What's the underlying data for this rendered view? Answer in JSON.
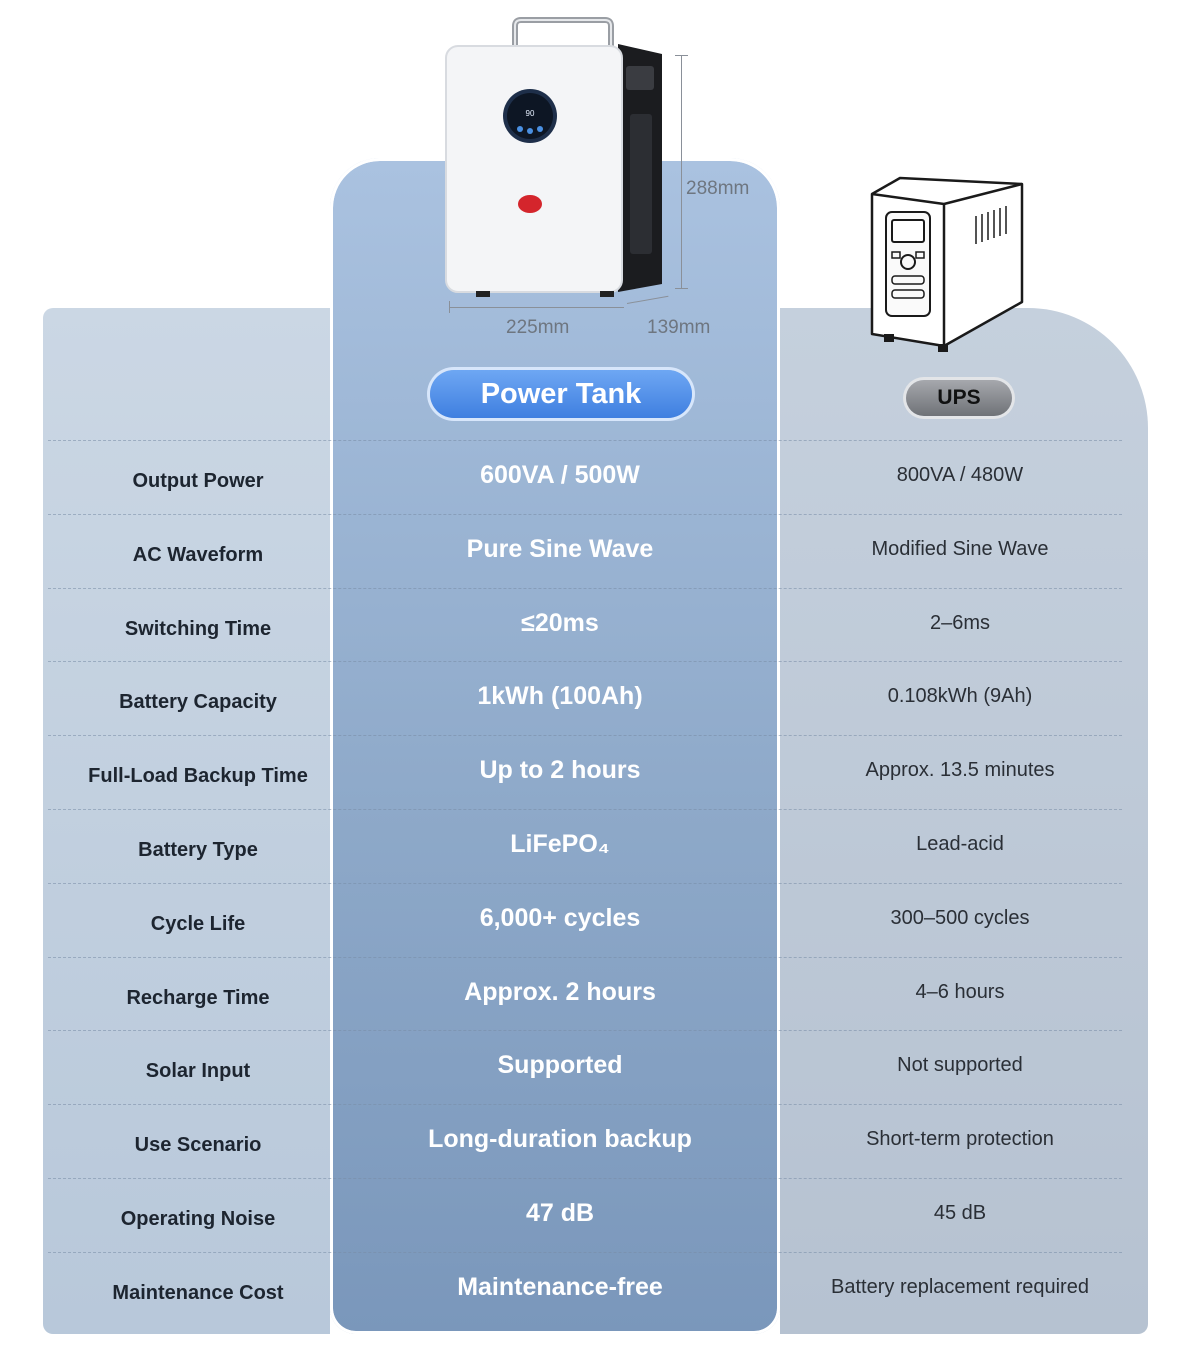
{
  "products": {
    "power_tank": {
      "name": "Power Tank",
      "dimensions": {
        "height": "288mm",
        "width": "225mm",
        "depth": "139mm"
      },
      "display_reading": "90",
      "accent": "#3f7fe0"
    },
    "ups": {
      "name": "UPS",
      "accent": "#6f7277"
    }
  },
  "rows": [
    {
      "label": "Output Power",
      "power_tank": "600VA / 500W",
      "ups": "800VA / 480W"
    },
    {
      "label": "AC Waveform",
      "power_tank": "Pure Sine Wave",
      "ups": "Modified Sine Wave"
    },
    {
      "label": "Switching Time",
      "power_tank": "≤20ms",
      "ups": "2–6ms"
    },
    {
      "label": "Battery Capacity",
      "power_tank": "1kWh (100Ah)",
      "ups": "0.108kWh (9Ah)"
    },
    {
      "label": "Full-Load Backup Time",
      "power_tank": "Up to 2 hours",
      "ups": "Approx. 13.5 minutes"
    },
    {
      "label": "Battery Type",
      "power_tank": "LiFePO₄",
      "ups": "Lead-acid"
    },
    {
      "label": "Cycle Life",
      "power_tank": "6,000+ cycles",
      "ups": "300–500 cycles"
    },
    {
      "label": "Recharge Time",
      "power_tank": "Approx. 2 hours",
      "ups": "4–6 hours"
    },
    {
      "label": "Solar Input",
      "power_tank": "Supported",
      "ups": "Not supported"
    },
    {
      "label": "Use Scenario",
      "power_tank": "Long-duration backup",
      "ups": "Short-term protection"
    },
    {
      "label": "Operating Noise",
      "power_tank": "47 dB",
      "ups": "45 dB"
    },
    {
      "label": "Maintenance Cost",
      "power_tank": "Maintenance-free",
      "ups": "Battery replacement required"
    }
  ]
}
